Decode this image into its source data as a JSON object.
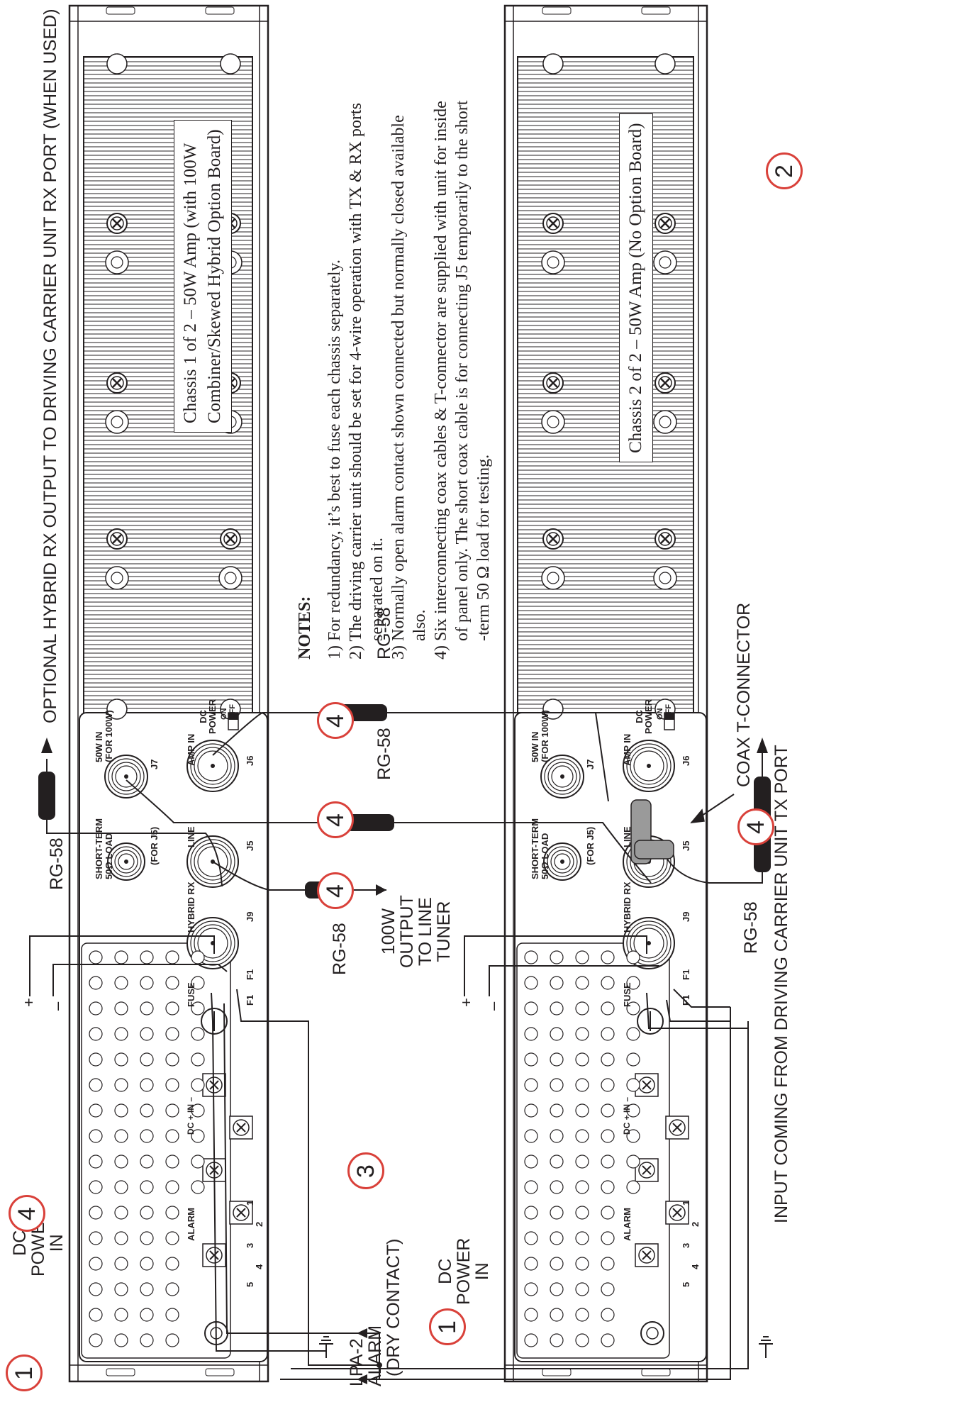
{
  "title_top": "OPTIONAL HYBRID RX OUTPUT TO DRIVING CARRIER UNIT RX PORT (WHEN USED)",
  "title_bottom": "INPUT COMING FROM DRIVING CARRIER UNIT TX PORT",
  "coax_tconnector": "COAX T-CONNECTOR",
  "chassis1_label": [
    "Chassis 1 of 2 – 50W Amp (with 100W",
    "Combiner/Skewed Hybrid Option Board)"
  ],
  "chassis2_label": "Chassis 2 of 2 – 50W Amp (No Option Board)",
  "notes": {
    "heading": "NOTES:",
    "items": [
      [
        "1) For redundancy, it’s best to fuse each chassis separately."
      ],
      [
        "2) The driving carrier unit should be set for 4-wire operation with TX & RX ports",
        "separated on it."
      ],
      [
        "3) Normally open alarm contact shown connected but normally closed available",
        "also."
      ],
      [
        "4) Six interconnecting coax cables & T-connector are supplied with unit for inside",
        "of panel only. The short coax cable is for connecting J5 temporarily to the short",
        "-term 50 Ω load for testing."
      ]
    ]
  },
  "cable_label": "RG-58",
  "output_label": [
    "100W",
    "OUTPUT",
    "TO LINE",
    "TUNER"
  ],
  "dc_power_in": [
    "DC",
    "POWER",
    "IN"
  ],
  "plus": "+",
  "minus": "–",
  "lpa2_alarm": [
    "LPA-2",
    "ALARM",
    "(DRY CONTACT)"
  ],
  "badges": {
    "one": "1",
    "two": "2",
    "three": "3",
    "four": "4"
  },
  "ports": {
    "j7_label": "50W IN (FOR 100W)",
    "j7_line1": "50W IN",
    "j7_line2": "(FOR 100W)",
    "j7": "J7",
    "short_term_line1": "SHORT-TERM",
    "short_term_line2": "50Ω LOAD",
    "for_j5": "(FOR J5)",
    "amp_in": "AMP IN",
    "j6": "J6",
    "line": "LINE",
    "j5": "J5",
    "hybrid_rx": "HYBRID RX",
    "j9": "J9",
    "f1": "F1",
    "fuse": "FUSE",
    "dc_power_switch": [
      "DC",
      "POWER"
    ],
    "on": "ON",
    "off": "OFF",
    "alarm": "ALARM",
    "dc_in": "DC + IN –",
    "terminals": [
      "1",
      "2",
      "3",
      "4",
      "5"
    ]
  },
  "colors": {
    "badge_ring": "#d9413a",
    "line": "#231f20",
    "connector": "#231f20",
    "tconnector": "#9a9a9a"
  }
}
